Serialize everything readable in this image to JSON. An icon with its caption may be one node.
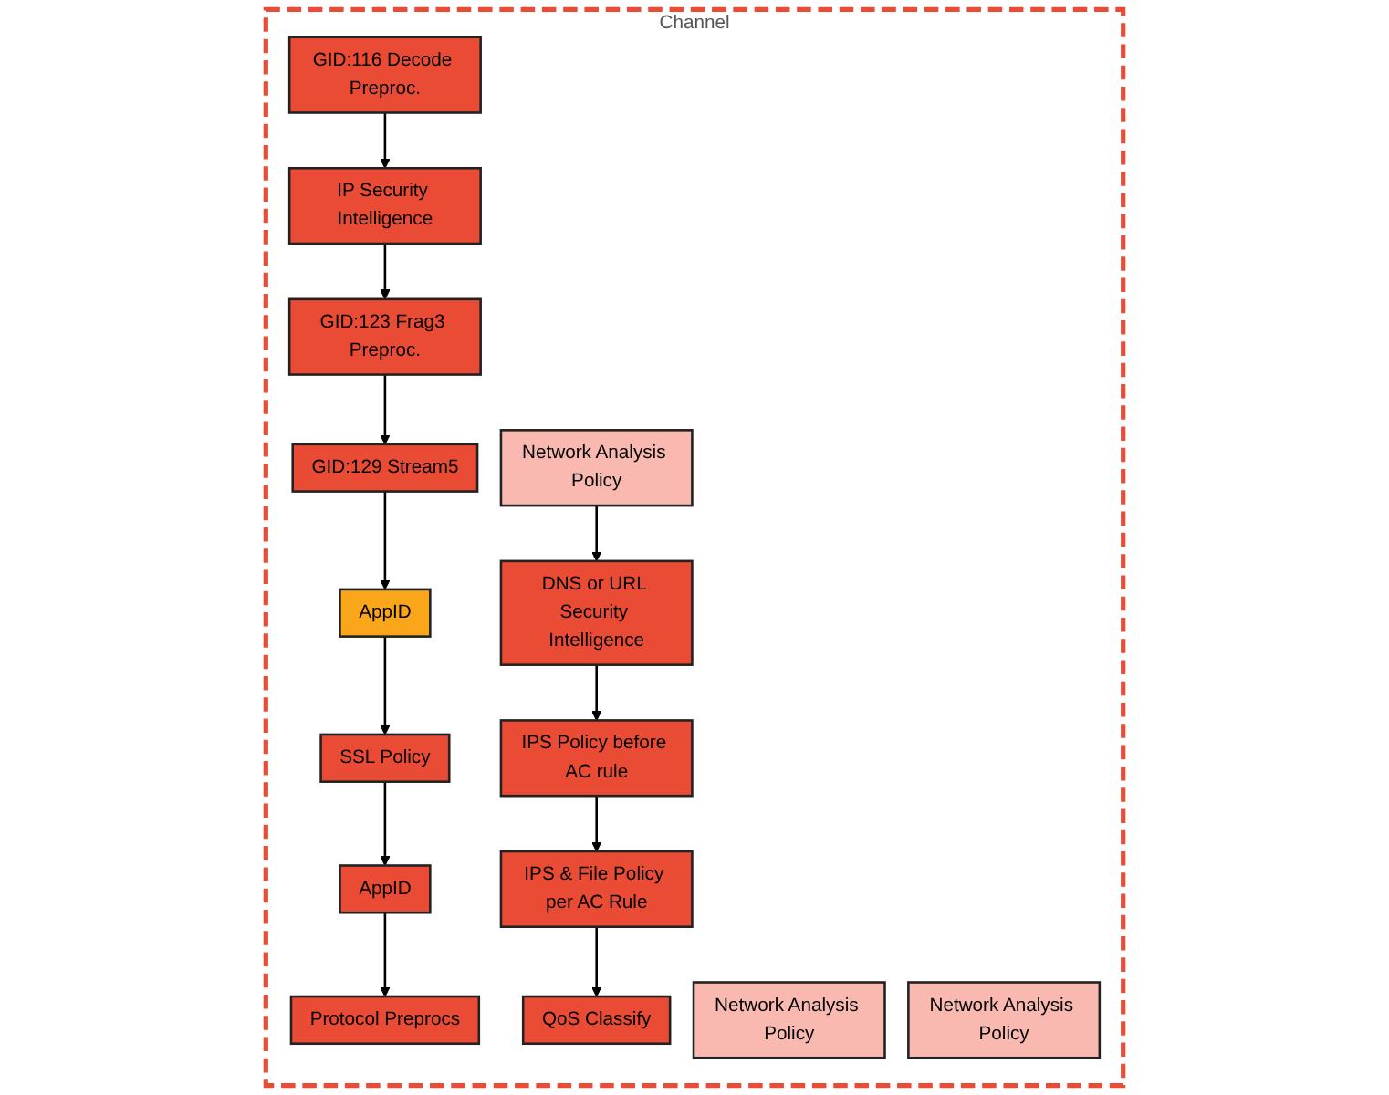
{
  "diagram": {
    "nodes": [
      {
        "text": [
          "Channel"
        ]
      },
      {
        "text": [
          "GID:116 Decode Preproc."
        ],
        "in": 0
      },
      {
        "text": [
          "IP Security Intelligence"
        ],
        "in": 0
      },
      {
        "text": [
          "GID:123 Frag3 Preproc."
        ],
        "in": 0
      },
      {
        "text": [
          "GID:129 Stream5"
        ],
        "in": 0
      },
      {
        "text": [
          "Protocol Preprocs"
        ],
        "in": 0
      },
      {
        "text": [
          "AppID"
        ],
        "in": 0
      },
      {
        "text": [
          "SSL Policy"
        ],
        "in": 0
      },
      {
        "text": [
          "AppID"
        ],
        "in": 0
      },
      {
        "text": [
          "Network Analysis Policy"
        ],
        "in": 0
      },
      {
        "text": [
          "DNS or URL Security Intelligence"
        ],
        "in": 0
      },
      {
        "text": [
          "IPS Policy before AC rule"
        ],
        "in": 0
      },
      {
        "text": [
          "IPS & File Policy per AC Rule"
        ],
        "in": 0
      },
      {
        "text": [
          "QoS Classify"
        ],
        "in": 0
      },
      {
        "text": [
          "Network Analysis Policy"
        ],
        "in": 0
      },
      {
        "text": [
          "Network Analysis Policy"
        ],
        "in": 0
      }
    ],
    "edges": [
      {
        "from": 1,
        "to": 2,
        "arrow": "to"
      },
      {
        "from": 2,
        "to": 3,
        "arrow": "to"
      },
      {
        "from": 3,
        "to": 4,
        "arrow": "to"
      },
      {
        "from": 4,
        "to": 8,
        "arrow": "to"
      },
      {
        "from": 8,
        "to": 7,
        "arrow": "to"
      },
      {
        "from": 7,
        "to": 6,
        "arrow": "to"
      },
      {
        "from": 6,
        "to": 5,
        "arrow": "to"
      },
      {
        "from": 9,
        "to": 10,
        "arrow": "to"
      },
      {
        "from": 10,
        "to": 11,
        "arrow": "to"
      },
      {
        "from": 11,
        "to": 12,
        "arrow": "to"
      },
      {
        "from": 12,
        "to": 13,
        "arrow": "to"
      }
    ]
  }
}
